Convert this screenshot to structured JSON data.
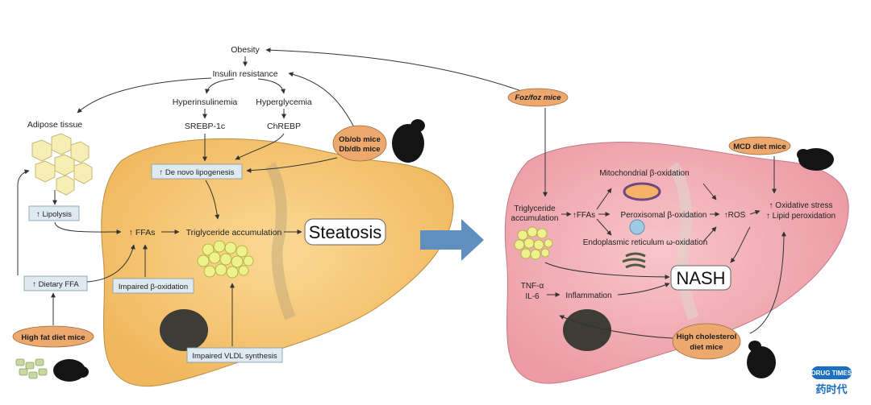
{
  "left": {
    "obesity": "Obesity",
    "insulin_resistance": "Insulin resistance",
    "hyperinsulinemia": "Hyperinsulinemia",
    "hyperglycemia": "Hyperglycemia",
    "srebp": "SREBP-1c",
    "chrebp": "ChREBP",
    "adipose_tissue": "Adipose tissue",
    "de_novo": "↑ De novo lipogenesis",
    "lipolysis": "↑ Lipolysis",
    "ffas": "↑ FFAs",
    "tg_accumulation": "Triglyceride accumulation",
    "steatosis": "Steatosis",
    "dietary_ffa": "↑ Dietary FFA",
    "impaired_beta": "Impaired β-oxidation",
    "impaired_vldl": "Impaired VLDL synthesis",
    "obob_line1": "Ob/ob mice",
    "obob_line2": "Db/db mice",
    "high_fat": "High fat diet mice"
  },
  "right": {
    "foz": "Foz/foz mice",
    "mcd": "MCD diet mice",
    "tg_line1": "Triglyceride",
    "tg_line2": "accumulation",
    "ffas": "↑FFAs",
    "mito": "Mitochondrial β-oxidation",
    "perox": "Peroxisomal β-oxidation",
    "er": "Endoplasmic reticulum ω-oxidation",
    "ros": "↑ROS",
    "ox_stress": "↑ Oxidative stress",
    "lipid_perox": "↑ Lipid peroxidation",
    "tnf": "TNF-α",
    "il6": "IL-6",
    "inflammation": "Inflammation",
    "nash": "NASH",
    "hc_line1": "High cholesterol",
    "hc_line2": "diet mice"
  },
  "watermark": {
    "badge": "DRUG TIMES",
    "text": "药时代"
  },
  "colors": {
    "left_liver": "#f6c778",
    "right_liver": "#f2a9b1",
    "mouse_label_fill": "#eda96d",
    "box_fill": "#dfe9f0",
    "big_arrow": "#5f8fbf"
  }
}
